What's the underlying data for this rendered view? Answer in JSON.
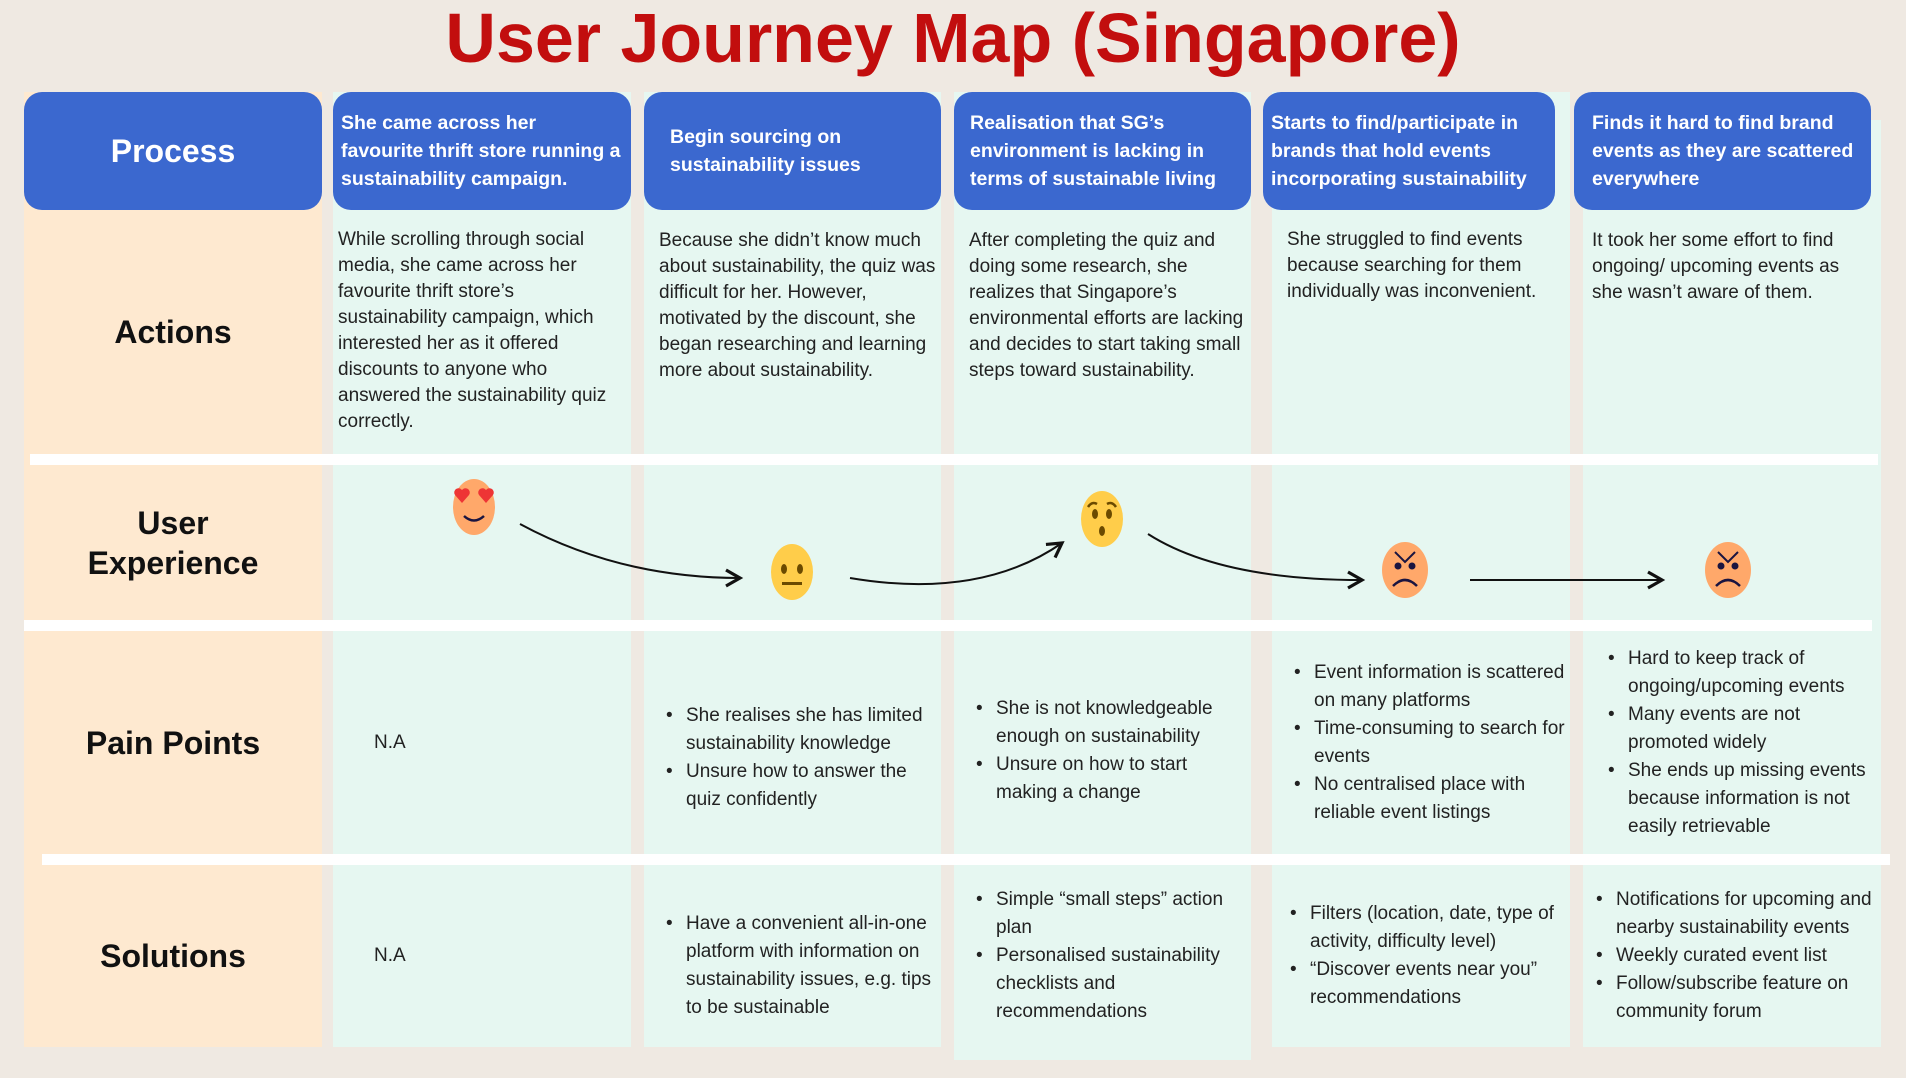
{
  "title": "User Journey Map (Singapore)",
  "rows": {
    "process": "Process",
    "actions": "Actions",
    "experience": "User Experience",
    "pain": "Pain Points",
    "solutions": "Solutions"
  },
  "stages": [
    {
      "process": "She came across her favourite thrift store running a sustainability campaign.",
      "action": "While scrolling through social media, she came across her favourite thrift store’s sustainability campaign, which interested her as it offered discounts to anyone who answered the sustainability quiz correctly.",
      "emotion": "heart-eyes",
      "pain_text": "N.A",
      "solutions_text": "N.A"
    },
    {
      "process": "Begin sourcing on sustainability issues",
      "action": "Because she didn’t know much about sustainability, the quiz was difficult for her. However, motivated by the discount, she began researching and learning more about sustainability.",
      "emotion": "neutral",
      "pain": [
        "She realises she has limited sustainability knowledge",
        "Unsure how to answer the quiz confidently"
      ],
      "solutions": [
        "Have a convenient all-in-one platform with information on sustainability issues, e.g. tips to be sustainable"
      ]
    },
    {
      "process": "Realisation that SG’s environment is lacking in terms of sustainable living",
      "action": "After completing the quiz and doing some research, she realizes that Singapore’s environmental efforts are lacking and decides to start taking small steps toward sustainability.",
      "emotion": "surprised",
      "pain": [
        "She is not knowledgeable enough on sustainability",
        "Unsure on how to start making a change"
      ],
      "solutions": [
        "Simple “small steps” action plan",
        "Personalised sustainability checklists and recommendations"
      ]
    },
    {
      "process": "Starts to find/participate in brands that hold events incorporating sustainability",
      "action": "She struggled to find events because searching for them individually was inconvenient.",
      "emotion": "angry",
      "pain": [
        "Event information is scattered on many platforms",
        "Time-consuming to search for events",
        "No centralised place with reliable event listings"
      ],
      "solutions": [
        "Filters (location, date, type of activity, difficulty level)",
        "“Discover events near you” recommendations"
      ]
    },
    {
      "process": "Finds it hard to find brand events as they are scattered everywhere",
      "action": "It took her some effort to find ongoing/ upcoming events as she wasn’t aware of them.",
      "emotion": "angry",
      "pain": [
        "Hard to keep track of ongoing/upcoming events",
        "Many events are not promoted widely",
        "She ends up missing events because information is not easily retrievable"
      ],
      "solutions": [
        "Notifications for upcoming and nearby sustainability events",
        "Weekly curated event list",
        "Follow/subscribe feature on community forum"
      ]
    }
  ],
  "colors": {
    "title": "#c20e0e",
    "header": "#3b68cf",
    "process_col": "#fee9d0",
    "stage_col": "#e6f7f1",
    "background": "#efe9e2"
  }
}
